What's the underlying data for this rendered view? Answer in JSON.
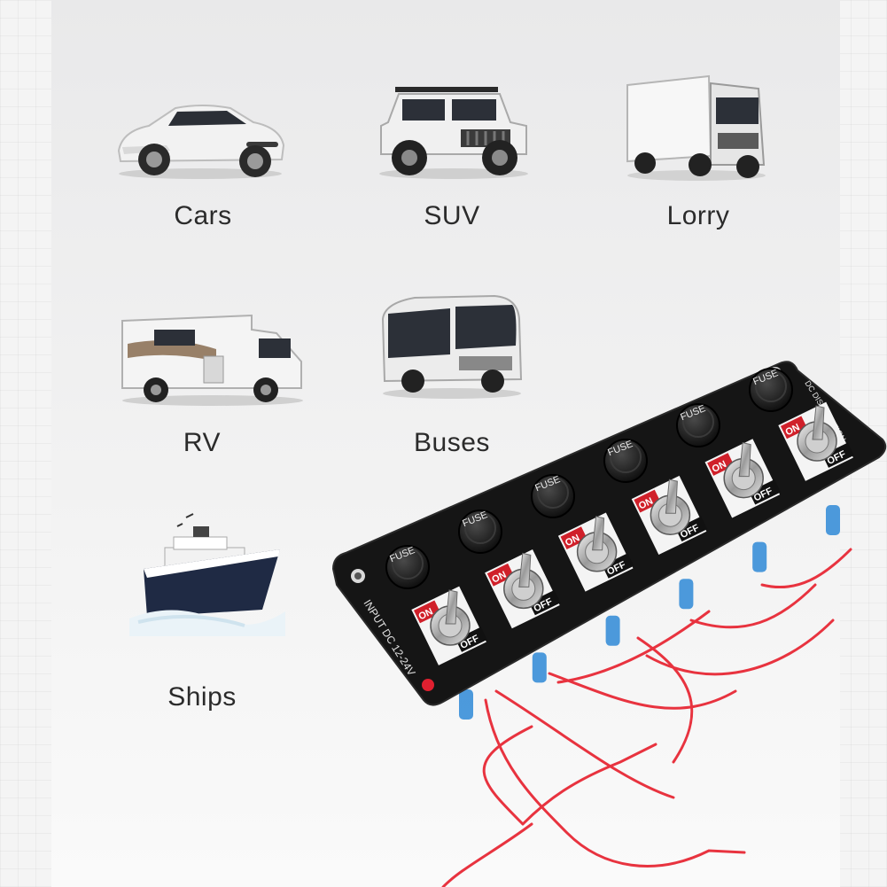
{
  "vehicles": [
    {
      "label": "Cars"
    },
    {
      "label": "SUV"
    },
    {
      "label": "Lorry"
    },
    {
      "label": "RV"
    },
    {
      "label": "Buses"
    },
    {
      "label": "Ships"
    }
  ],
  "product": {
    "fuse_label": "FUSE",
    "on_label": "ON",
    "off_label": "OFF",
    "input_label": "INPUT DC 12-24V",
    "header_label": "DC DISTRIBUTION",
    "fuse_count": 6,
    "accent_color": "#d0202a",
    "wire_color": "#e8333f",
    "connector_color": "#3a8fd8"
  }
}
